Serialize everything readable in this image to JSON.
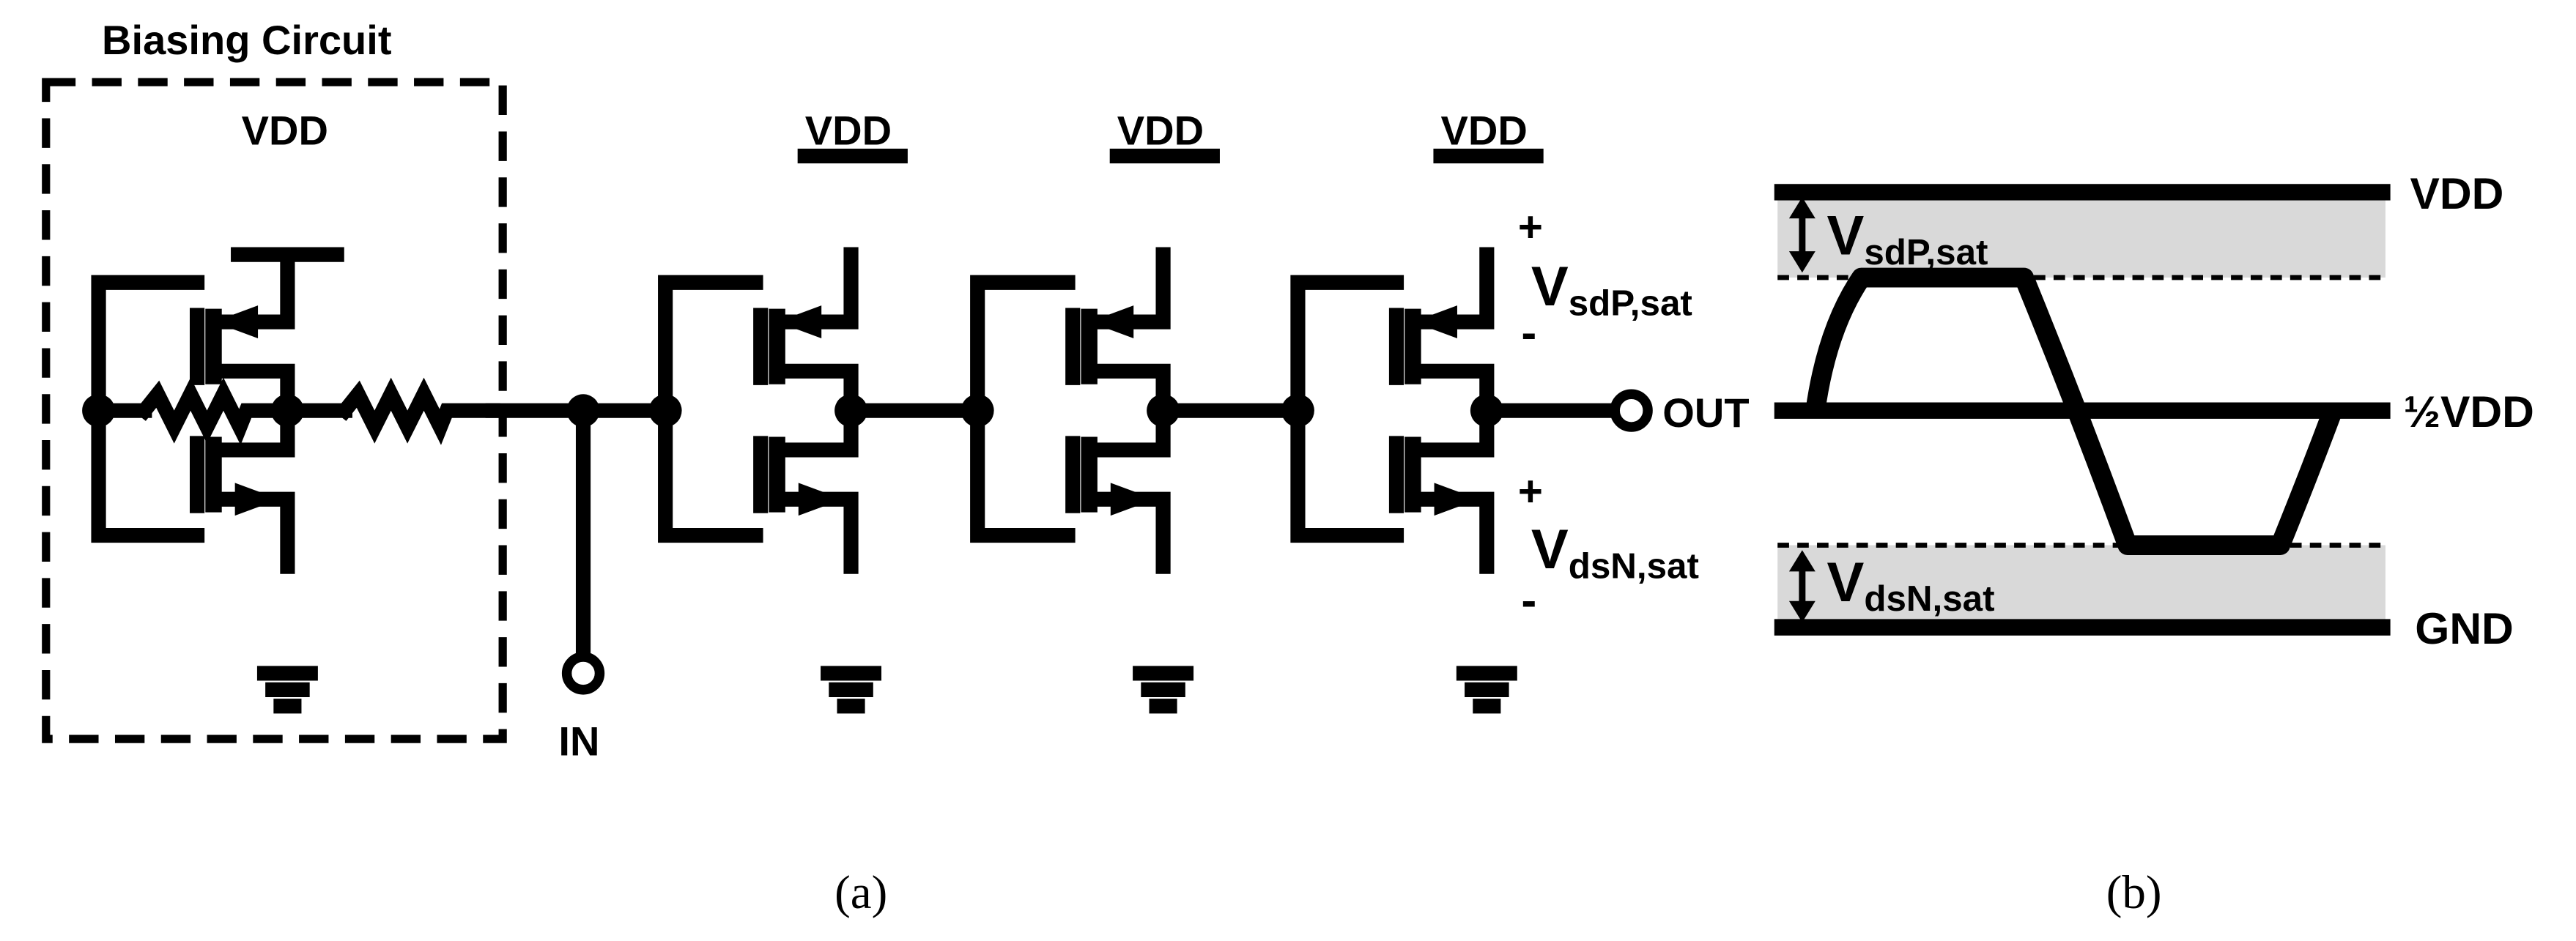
{
  "panel_a": {
    "biasing_label": "Biasing Circuit",
    "vdd_label": "VDD",
    "in_label": "IN",
    "out_label": "OUT",
    "plus_sign": "+",
    "minus_sign": "-",
    "v_main": "V",
    "vsdp_sub": "sdP,sat",
    "vdsn_sub": "dsN,sat",
    "caption": "(a)"
  },
  "panel_b": {
    "vdd_label": "VDD",
    "half_vdd_label": "½VDD",
    "gnd_label": "GND",
    "v_main": "V",
    "vsdp_sub": "sdP,sat",
    "vdsn_sub": "dsN,sat",
    "caption": "(b)"
  },
  "colors": {
    "ink": "#000000",
    "band": "#d9d9d9",
    "background": "#ffffff"
  }
}
